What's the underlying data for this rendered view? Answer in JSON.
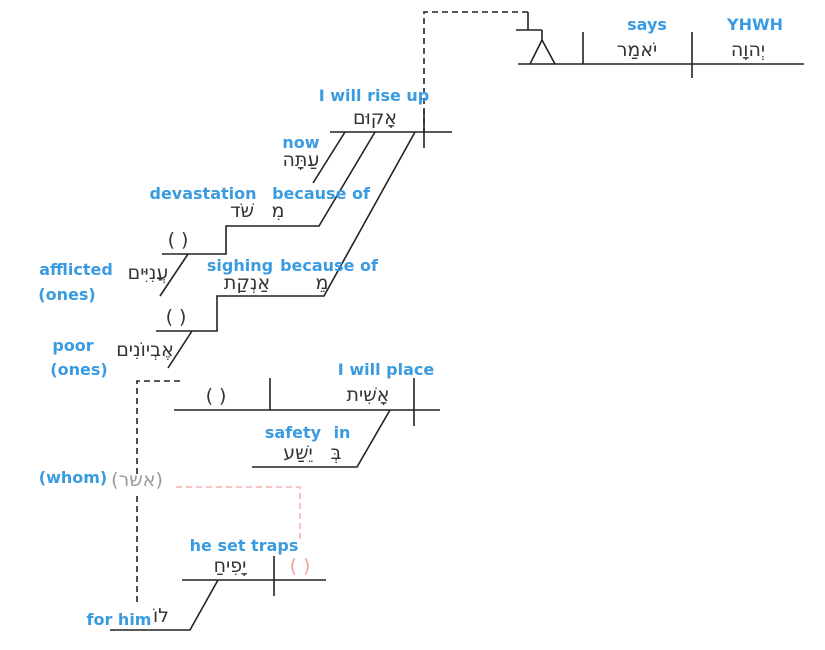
{
  "words": {
    "yhwh": {
      "gloss": "YHWH",
      "hebrew": "יְהוָה"
    },
    "says": {
      "gloss": "says",
      "hebrew": "יֹאמַר"
    },
    "rise": {
      "gloss": "I will rise up",
      "hebrew": "אָקוּם"
    },
    "now": {
      "gloss": "now",
      "hebrew": "עַתָּה"
    },
    "devastation": {
      "gloss": "devastation",
      "hebrew": "שֹׁד"
    },
    "because1": {
      "gloss": "because of",
      "hebrew": "מִ"
    },
    "afflicted": {
      "gloss1": "afflicted",
      "gloss2": "(ones)",
      "hebrew": "עֲנִיִּים"
    },
    "sighing": {
      "gloss": "sighing",
      "hebrew": "אַנְקַת"
    },
    "because2": {
      "gloss": "because of",
      "hebrew": "מֵ"
    },
    "poor": {
      "gloss1": "poor",
      "gloss2": "(ones)",
      "hebrew": "אֶבְיוֹנִים"
    },
    "place": {
      "gloss": "I will place",
      "hebrew": "אָשִׁית"
    },
    "safety": {
      "gloss": "safety",
      "hebrew": "יֵשַׁע"
    },
    "in": {
      "gloss": "in",
      "hebrew": "בְּ"
    },
    "whom": {
      "gloss": "(whom)",
      "hebrew": "(אשר)"
    },
    "traps": {
      "gloss": "he set traps",
      "hebrew": "יָפִיחַ"
    },
    "forhim": {
      "gloss": "for him",
      "hebrew": "לוֹ"
    }
  },
  "placeholders": {
    "implied_subject_1": "( )",
    "implied_subject_2": "( )",
    "implied_object": "( )",
    "implied_subject_3": "( )"
  },
  "colors": {
    "gloss": "#3a9be0",
    "hebrew": "#333333",
    "relative_hebrew": "#9a9a9a",
    "relative_link": "#f4a3a3",
    "line": "#222222"
  }
}
